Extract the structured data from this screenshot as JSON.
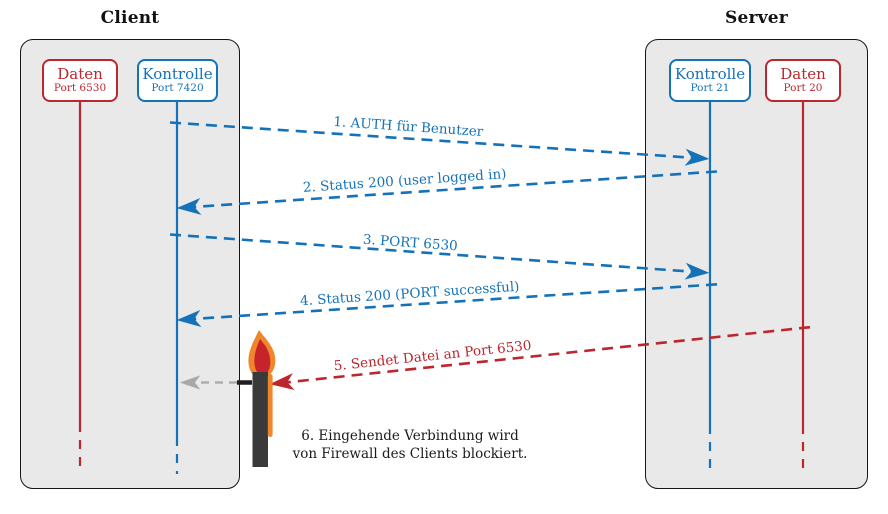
{
  "titles": {
    "client": "Client",
    "server": "Server"
  },
  "ports": {
    "client_daten": {
      "name": "Daten",
      "port": "Port 6530"
    },
    "client_kontrolle": {
      "name": "Kontrolle",
      "port": "Port 7420"
    },
    "server_kontrolle": {
      "name": "Kontrolle",
      "port": "Port 21"
    },
    "server_daten": {
      "name": "Daten",
      "port": "Port 20"
    }
  },
  "messages": {
    "m1": "1. AUTH für Benutzer",
    "m2": "2. Status 200 (user logged in)",
    "m3": "3. PORT 6530",
    "m4": "4. Status 200 (PORT successful)",
    "m5": "5. Sendet Datei an Port 6530",
    "m6_line1": "6. Eingehende Verbindung wird",
    "m6_line2": "von Firewall des Clients blockiert."
  },
  "colors": {
    "blue": "#1572b8",
    "red": "#bb272d",
    "gray": "#a8a8a8",
    "text_black": "#1a1a1a",
    "wall_dark": "#3a3a3a",
    "flame_orange": "#f0862c",
    "flame_red": "#c5242a",
    "stub_dark": "#1f1f1f"
  }
}
